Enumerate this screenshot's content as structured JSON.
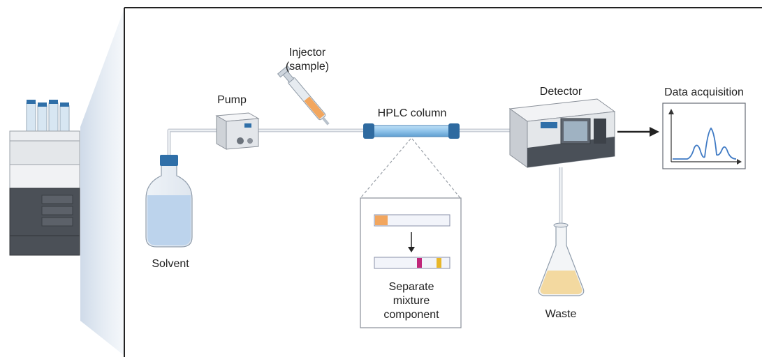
{
  "labels": {
    "injector_line1": "Injector",
    "injector_line2": "(sample)",
    "pump": "Pump",
    "hplc_column": "HPLC column",
    "detector": "Detector",
    "data_acquisition": "Data acquisition",
    "solvent": "Solvent",
    "separate_line1": "Separate",
    "separate_line2": "mixture",
    "separate_line3": "component",
    "waste": "Waste"
  },
  "colors": {
    "frame": "#222222",
    "tubing": "#d5dae0",
    "solvent_liquid": "#bcd3ec",
    "bottle_cap": "#2f6fa8",
    "column_body": "#8fc3ea",
    "column_cap": "#2e6aa0",
    "sample_band": "#f2a65e",
    "band_magenta": "#c0267a",
    "band_yellow": "#e8b72a",
    "waste_liquid": "#f3d9a0",
    "signal_line": "#3f7ac4",
    "instrument_gray": "#e6e8eb",
    "instrument_dark": "#4a5058"
  }
}
